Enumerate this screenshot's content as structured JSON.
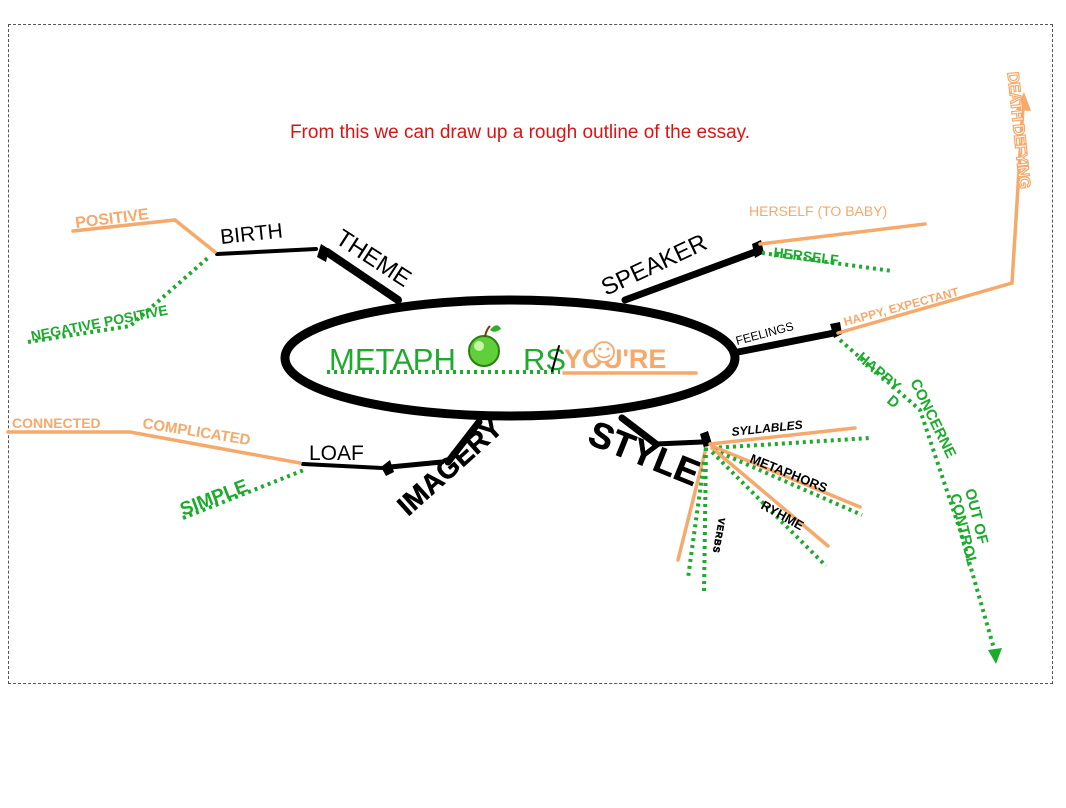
{
  "intro_text": "From this we can draw up a rough outline of the essay.",
  "center": {
    "part1": "METAPH",
    "part2": "RS",
    "part3": "YOU'RE"
  },
  "branches": {
    "theme": "THEME",
    "birth": "BIRTH",
    "positive": "POSITIVE",
    "negative_positive": "NEGATIVE POSITIVE",
    "speaker": "SPEAKER",
    "herself_to_baby": "HERSELF (TO BABY)",
    "herself": "HERSELF",
    "feelings": "FEELINGS",
    "happy_expectant": "HAPPY, EXPECTANT",
    "death_defying": "DEATH DEFYING",
    "happy": "HAPPY",
    "d": "D",
    "concerned": "CONCERNE",
    "out_of": "OUT OF",
    "control": "CONTROL",
    "imagery": "IMAGERY",
    "loaf": "LOAF",
    "connected": "CONNECTED",
    "complicated": "COMPLICATED",
    "simple": "SIMPLE",
    "style": "STYLE",
    "syllables": "SYLLABLES",
    "metaphors": "METAPHORS",
    "ryhme": "RYHME",
    "verbs": "VERBS"
  },
  "colors": {
    "branch": "#000000",
    "positive_side": "#f5a96a",
    "negative_side": "#1dab2d",
    "intro": "#d91414"
  }
}
